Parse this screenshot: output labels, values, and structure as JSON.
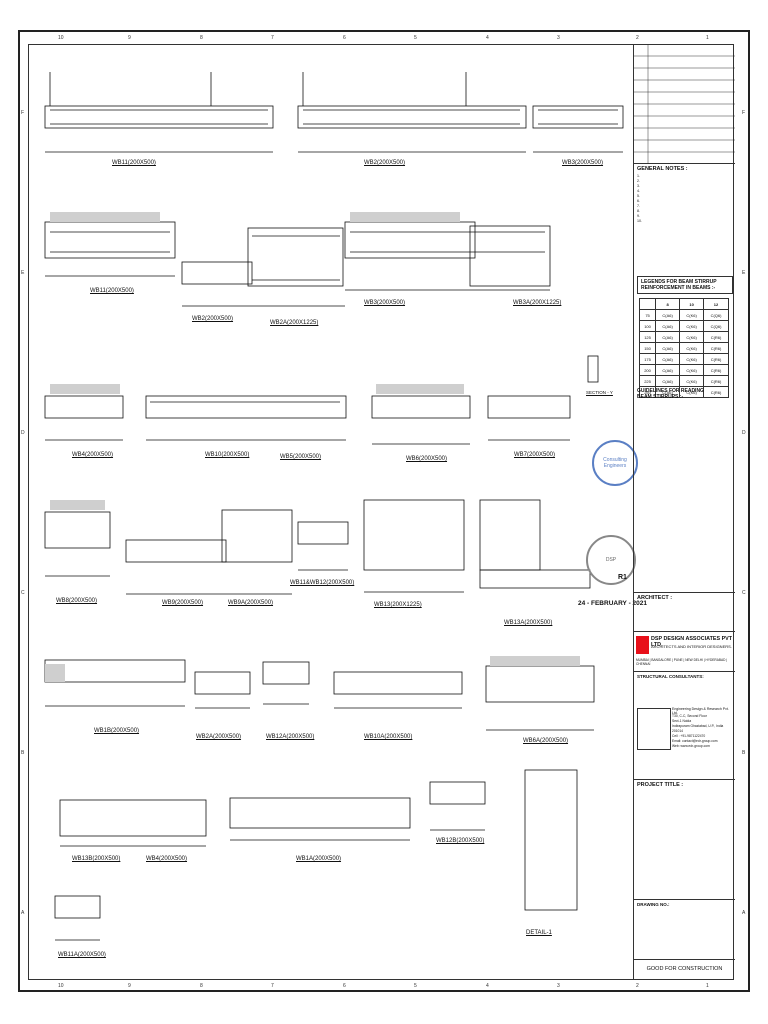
{
  "border_ticks": [
    "10",
    "9",
    "8",
    "7",
    "6",
    "5",
    "4",
    "3",
    "2",
    "1"
  ],
  "border_rows": [
    "F",
    "E",
    "D",
    "C",
    "B",
    "A"
  ],
  "beams": [
    {
      "id": "b1",
      "label": "WB11(200X500)"
    },
    {
      "id": "b2",
      "label": "WB2(200X500)"
    },
    {
      "id": "b3",
      "label": "WB3(200X500)"
    },
    {
      "id": "b4",
      "label": "WB11(200X500)"
    },
    {
      "id": "b5",
      "label": "WB2(200X500)"
    },
    {
      "id": "b6",
      "label": "WB2A(200X1225)"
    },
    {
      "id": "b7",
      "label": "WB3(200X500)"
    },
    {
      "id": "b8",
      "label": "WB3A(200X1225)"
    },
    {
      "id": "b9",
      "label": "WB4(200X500)"
    },
    {
      "id": "b10",
      "label": "WB10(200X500)"
    },
    {
      "id": "b11",
      "label": "WB5(200X500)"
    },
    {
      "id": "b12",
      "label": "WB6(200X500)"
    },
    {
      "id": "b13",
      "label": "WB7(200X500)"
    },
    {
      "id": "b14",
      "label": "WB8(200X500)"
    },
    {
      "id": "b15",
      "label": "WB9(200X500)"
    },
    {
      "id": "b16",
      "label": "WB9A(200X500)"
    },
    {
      "id": "b17",
      "label": "WB11&WB12(200X500)"
    },
    {
      "id": "b18",
      "label": "WB13(200X1225)"
    },
    {
      "id": "b19",
      "label": "WB13A(200X500)"
    },
    {
      "id": "b20",
      "label": "WB1B(200X500)"
    },
    {
      "id": "b21",
      "label": "WB2A(200X500)"
    },
    {
      "id": "b22",
      "label": "WB12A(200X500)"
    },
    {
      "id": "b23",
      "label": "WB10A(200X500)"
    },
    {
      "id": "b24",
      "label": "WB6A(200X500)"
    },
    {
      "id": "b25",
      "label": "WB13B(200X500)"
    },
    {
      "id": "b26",
      "label": "WB4(200X500)"
    },
    {
      "id": "b27",
      "label": "WB1A(200X500)"
    },
    {
      "id": "b28",
      "label": "WB12B(200X500)"
    },
    {
      "id": "b29",
      "label": "WB11A(200X500)"
    }
  ],
  "detail_label": "DETAIL-1",
  "section_label": "SECTION - Y",
  "rev_label": "R1",
  "date": "24 - FEBRUARY - 2021",
  "title_block": {
    "general_notes_title": "GENERAL NOTES :",
    "general_notes": [
      "1.",
      "2.",
      "3.",
      "4.",
      "5.",
      "6.",
      "7.",
      "8.",
      "9.",
      "10."
    ],
    "legend_title_1": "LEGENDS FOR BEAM STIRRUP",
    "legend_title_2": "REINFORCEMENT IN BEAMS :-",
    "legend_header": [
      "",
      "8",
      "10",
      "12"
    ],
    "legend_rows": [
      [
        "75",
        "C(A6)",
        "C(K6)",
        "C(Q6)"
      ],
      [
        "100",
        "C(A6)",
        "C(K6)",
        "C(Q6)"
      ],
      [
        "125",
        "C(A6)",
        "C(K6)",
        "C(R6)"
      ],
      [
        "150",
        "C(A6)",
        "C(K6)",
        "C(R6)"
      ],
      [
        "175",
        "C(A6)",
        "C(K6)",
        "C(R6)"
      ],
      [
        "200",
        "C(A6)",
        "C(K6)",
        "C(R6)"
      ],
      [
        "225",
        "C(A6)",
        "C(K6)",
        "C(R6)"
      ],
      [
        "250",
        "C(A6)",
        "C(K6)",
        "C(R6)"
      ]
    ],
    "guidelines_title_1": "GUIDELINES FOR READING",
    "guidelines_title_2": "BEAM STIRRUPS :-",
    "architect_title": "ARCHITECT :",
    "architect_firm": "DSP DESIGN ASSOCIATES PVT LTD.",
    "architect_sub": "ARCHITECTS AND INTERIOR DESIGNERS.",
    "architect_cities": "MUMBAI | BANGALORE | PUNE | NEW DELHI | HYDERABAD | CHENNAI",
    "structural_title": "STRUCTURAL CONSULTANTS:",
    "structural_firm": "Engineering Design & Research Pvt. Ltd.",
    "structural_lines": [
      "T30, C-C, Second Floor",
      "Sect-1 Noida",
      "Indirapuram Ghaziabad, U.P., India",
      "201014",
      "Cell : +91-9871122470",
      "Email: contact@edr-group.com",
      "Web: www.edr-group.com"
    ],
    "project_title": "PROJECT TITLE :",
    "drawing_no": "DRAWING NO.:",
    "footer": "GOOD FOR CONSTRUCTION"
  },
  "stamp_text": "Consulting Engineers",
  "stamp2_text": "DSP"
}
